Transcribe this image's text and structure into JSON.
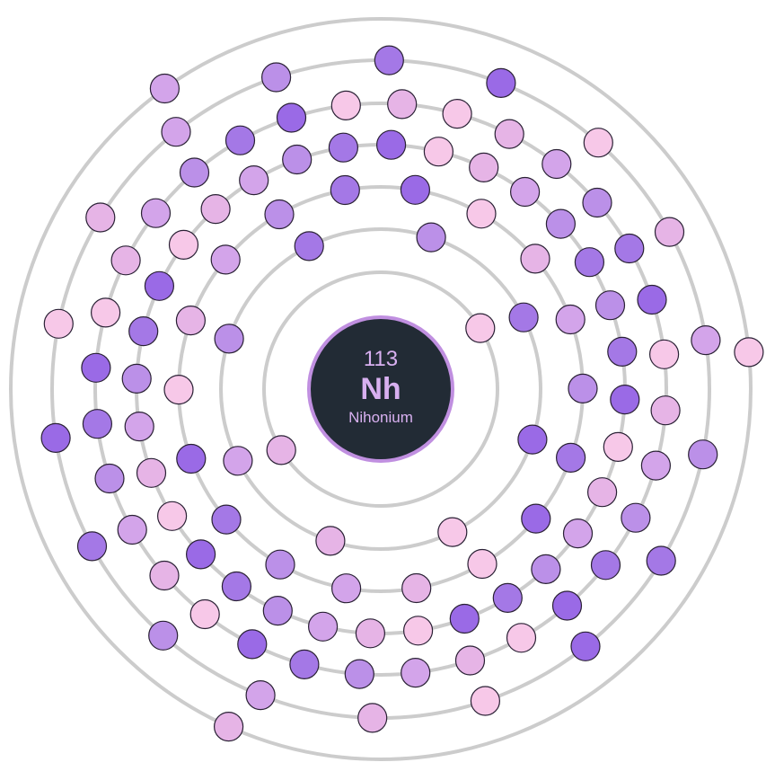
{
  "element": {
    "atomic_number": "113",
    "symbol": "Nh",
    "name": "Nihonium"
  },
  "shells": [
    {
      "electrons": 2
    },
    {
      "electrons": 8
    },
    {
      "electrons": 18
    },
    {
      "electrons": 32
    },
    {
      "electrons": 32
    },
    {
      "electrons": 18
    },
    {
      "electrons": 3
    }
  ],
  "colors": {
    "nucleus_fill": "#222b35",
    "nucleus_border": "#c08fe0",
    "nucleus_text": "#d8b0f0",
    "orbit": "#cccccc",
    "electron_palette": [
      "#f7c8e8",
      "#e6b4e6",
      "#d3a4ea",
      "#bb90e8",
      "#a478e6",
      "#9a6ae6"
    ]
  }
}
